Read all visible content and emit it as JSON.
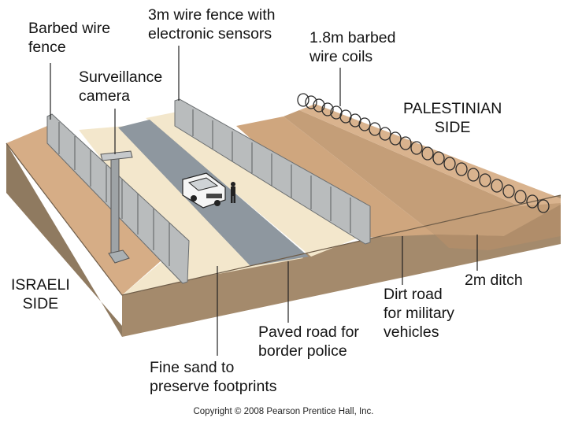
{
  "labels": {
    "barbed_fence": [
      "Barbed wire",
      "fence"
    ],
    "wire_fence": [
      "3m wire fence with",
      "electronic sensors"
    ],
    "barbed_coils": [
      "1.8m barbed",
      "wire coils"
    ],
    "camera": [
      "Surveillance",
      "camera"
    ],
    "palestinian": [
      "PALESTINIAN",
      "SIDE"
    ],
    "israeli": [
      "ISRAELI",
      "SIDE"
    ],
    "ditch": "2m  ditch",
    "dirt_road": [
      "Dirt road",
      "for military",
      "vehicles"
    ],
    "paved_road": [
      "Paved road for",
      "border police"
    ],
    "fine_sand": [
      "Fine sand to",
      "preserve footprints"
    ]
  },
  "copyright": "Copyright © 2008 Pearson Prentice Hall, Inc.",
  "colors": {
    "ground_top": "#d6ad86",
    "ground_side": "#a48a6c",
    "ground_side_dark": "#8a7358",
    "sand": "#f3e7cc",
    "paved_road": "#8e979f",
    "dirt_road": "#cfa67e",
    "ditch": "#bb9a76",
    "fence": "#b9bcbd",
    "coil": "#2b2b2b",
    "text": "#141414"
  }
}
